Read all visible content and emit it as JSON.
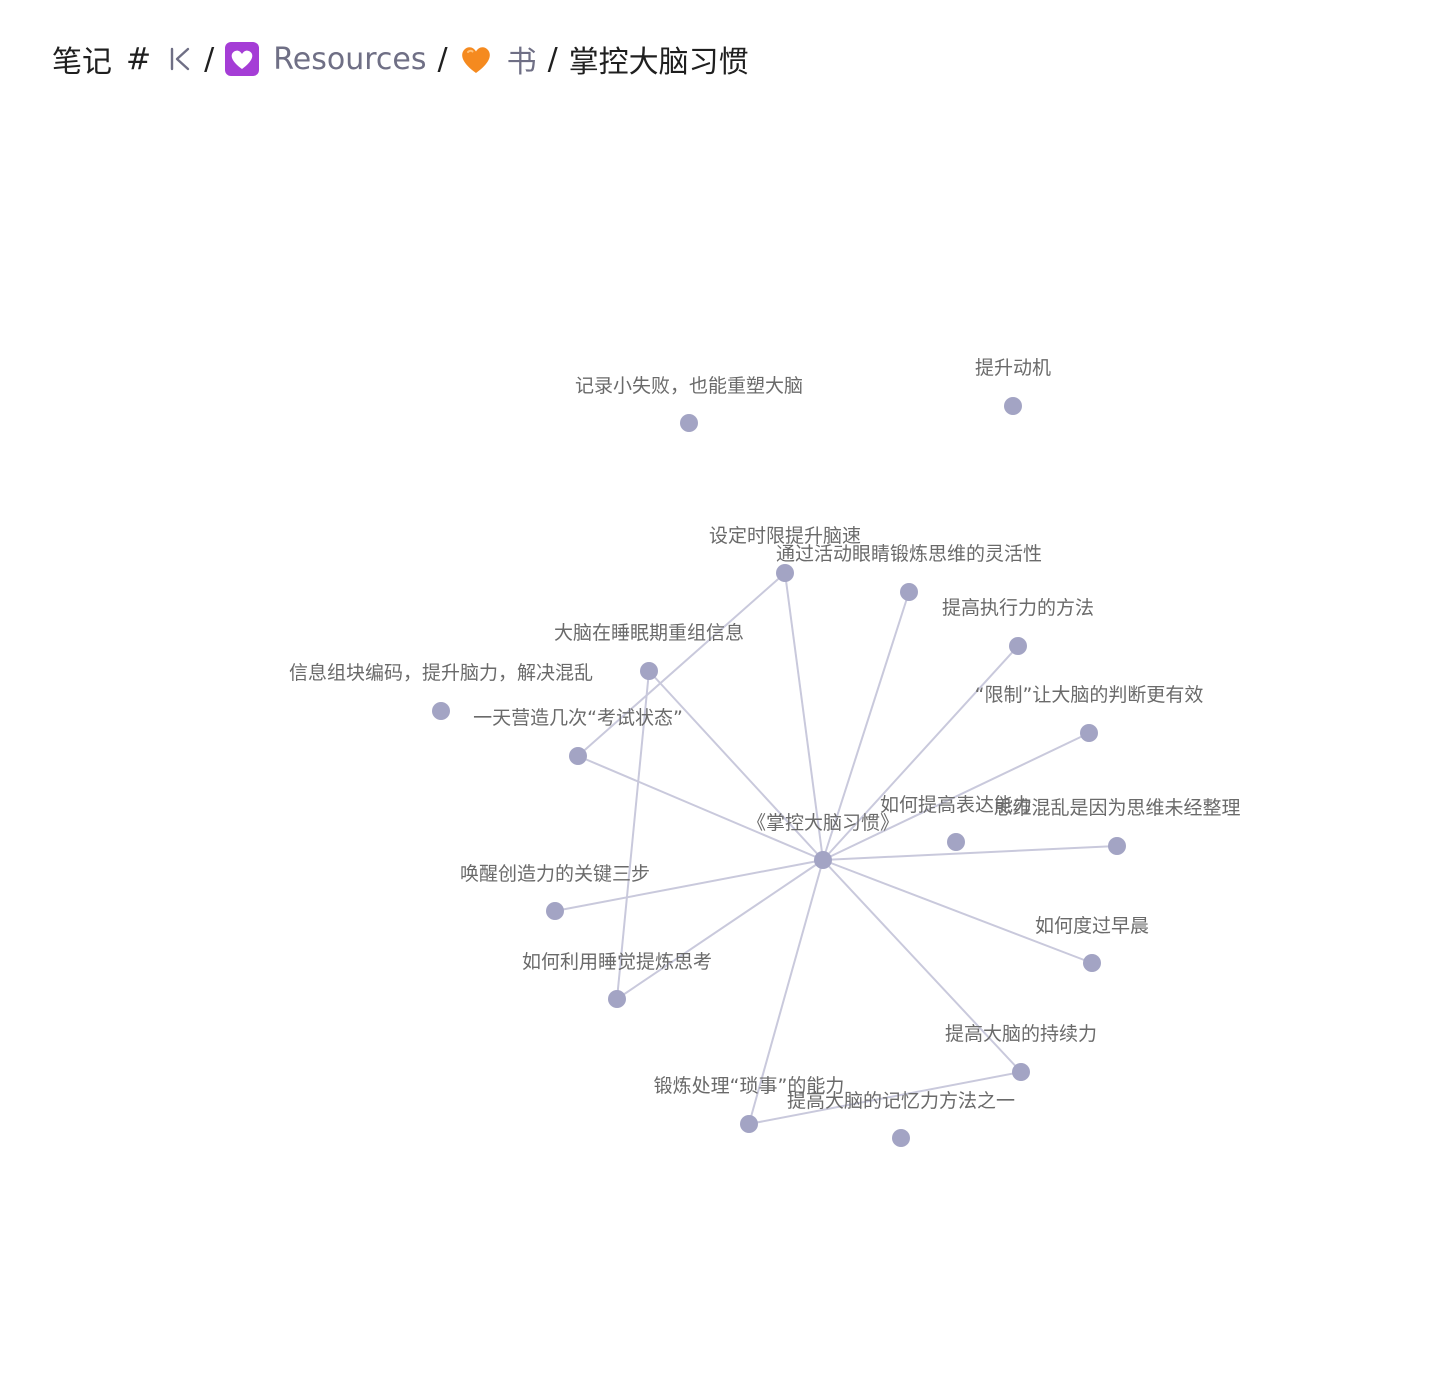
{
  "breadcrumb": {
    "notebook": "笔记",
    "hash": "#",
    "resources": "Resources",
    "books": "书",
    "current": "掌控大脑习惯",
    "separator": "/",
    "icons": {
      "first_page": "first-page-icon",
      "resources_heart": "purple-heart-icon",
      "books_heart": "orange-heart-icon"
    }
  },
  "colors": {
    "node": "#a3a4c4",
    "edge": "#c9c9dc",
    "label": "#6a6a6a",
    "link_text": "#6f6f85",
    "purple_heart": "#a53dd6",
    "orange_heart": "#f58a1f"
  },
  "graph": {
    "nodes": [
      {
        "id": "center",
        "label": "《掌控大脑习惯》"
      },
      {
        "id": "n1",
        "label": "记录小失败，也能重塑大脑"
      },
      {
        "id": "n2",
        "label": "提升动机"
      },
      {
        "id": "n3",
        "label": "设定时限提升脑速"
      },
      {
        "id": "n4",
        "label": "通过活动眼睛锻炼思维的灵活性"
      },
      {
        "id": "n5",
        "label": "提高执行力的方法"
      },
      {
        "id": "n6",
        "label": "大脑在睡眠期重组信息"
      },
      {
        "id": "n7",
        "label": "信息组块编码，提升脑力，解决混乱"
      },
      {
        "id": "n8",
        "label": "一天营造几次“考试状态”"
      },
      {
        "id": "n9",
        "label": "“限制”让大脑的判断更有效"
      },
      {
        "id": "n10",
        "label": "如何提高表达能力"
      },
      {
        "id": "n11",
        "label": "思维混乱是因为思维未经整理"
      },
      {
        "id": "n12",
        "label": "唤醒创造力的关键三步"
      },
      {
        "id": "n13",
        "label": "如何度过早晨"
      },
      {
        "id": "n14",
        "label": "如何利用睡觉提炼思考"
      },
      {
        "id": "n15",
        "label": "提高大脑的持续力"
      },
      {
        "id": "n16",
        "label": "锻炼处理“琐事”的能力"
      },
      {
        "id": "n17",
        "label": "提高大脑的记忆力方法之一"
      }
    ],
    "edges": [
      [
        "center",
        "n3"
      ],
      [
        "center",
        "n4"
      ],
      [
        "center",
        "n5"
      ],
      [
        "center",
        "n6"
      ],
      [
        "center",
        "n8"
      ],
      [
        "center",
        "n9"
      ],
      [
        "center",
        "n11"
      ],
      [
        "center",
        "n12"
      ],
      [
        "center",
        "n13"
      ],
      [
        "center",
        "n14"
      ],
      [
        "center",
        "n15"
      ],
      [
        "center",
        "n16"
      ],
      [
        "n3",
        "n8"
      ],
      [
        "n6",
        "n14"
      ],
      [
        "n16",
        "n15"
      ]
    ]
  }
}
